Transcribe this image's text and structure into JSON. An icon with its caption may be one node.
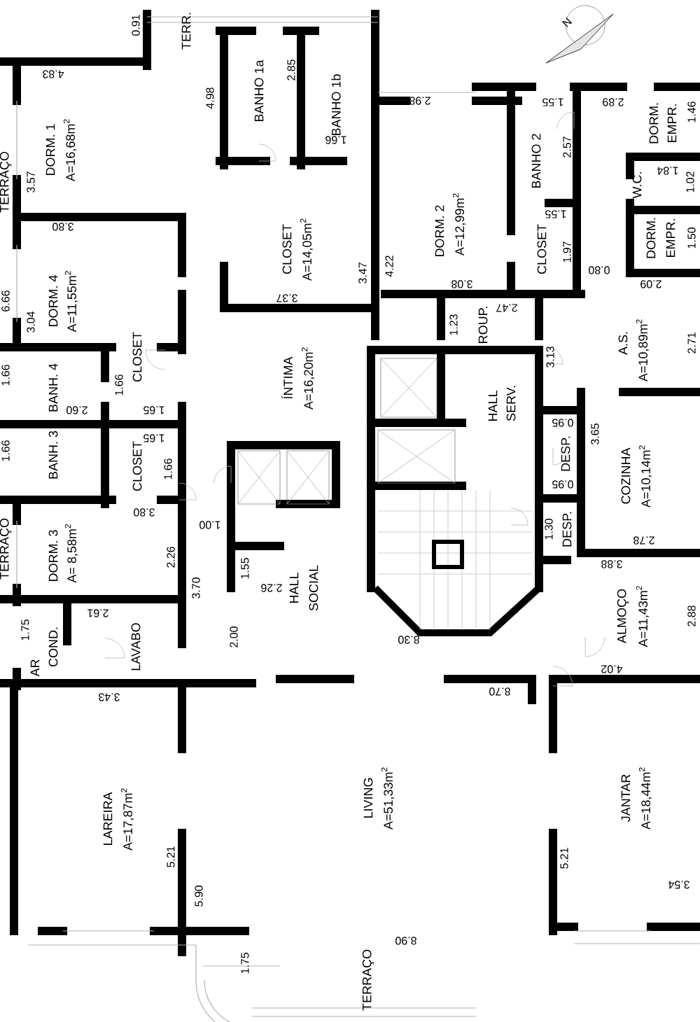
{
  "diagram": {
    "labels": [
      "0.91",
      "TERR.",
      "N",
      "4.83",
      "BANHO 1a",
      "2.85",
      "BANHO 1b",
      "4.98",
      "1.66",
      "2.98",
      "1.55",
      "BANHO 2",
      "2.57",
      "2.89",
      "DORM.",
      "EMPR.",
      "1.46",
      "DORM. 1",
      "A=16,68m$^{2}$",
      "3.57",
      "TERRAÇO",
      "W.C.",
      "1.84",
      "1.02",
      "3.80",
      "CLOSET",
      "A=14,05m$^{2}$",
      "DORM. 2",
      "A=12,99m$^{2}$",
      "CLOSET",
      "1.55",
      "1.97",
      "DORM.",
      "EMPR.",
      "1.50",
      "6.66",
      "DORM. 4",
      "A=11,55m$^{2}$",
      "3.04",
      "3.37",
      "3.47",
      "4.22",
      "3.08",
      "0.80",
      "2.09",
      "1.23",
      "ROUP.",
      "2.47",
      "A.S.",
      "A=10,89m$^{2}$",
      "2.71",
      "3.13",
      "1.66",
      "BANH. 4",
      "2.60",
      "1.66",
      "CLOSET",
      "1.65",
      "ÍNTIMA",
      "A=16,20m$^{2}$",
      "HALL",
      "SERV.",
      "0.95",
      "1.66",
      "BANH. 3",
      "1.65",
      "CLOSET",
      "1.66",
      "DESP.",
      "0.95",
      "3.65",
      "COZINHA",
      "A=10,14m$^{2}$",
      "3.80",
      "1.00",
      "1.30",
      "DESP.",
      "TERRAÇO",
      "DORM. 3",
      "A= 8,58m$^{2}$",
      "2.26",
      "1.55",
      "2.26",
      "HALL",
      "SOCIAL",
      "2.78",
      "3.88",
      "3.70",
      "1.75",
      "AR",
      "COND.",
      "2.61",
      "LAVABO",
      "2.00",
      "8.30",
      "ALMOÇO",
      "A=11,43m$^{2}$",
      "2.88",
      "3.43",
      "8.70",
      "4.02",
      "LAREIRA",
      "A=17,87m$^{2}$",
      "LIVING",
      "A=51,33m$^{2}$",
      "JANTAR",
      "A=18,44m$^{2}$",
      "5.21",
      "5.90",
      "5.21",
      "3.54",
      "1.75",
      "8.90",
      "TERRAÇO"
    ]
  }
}
